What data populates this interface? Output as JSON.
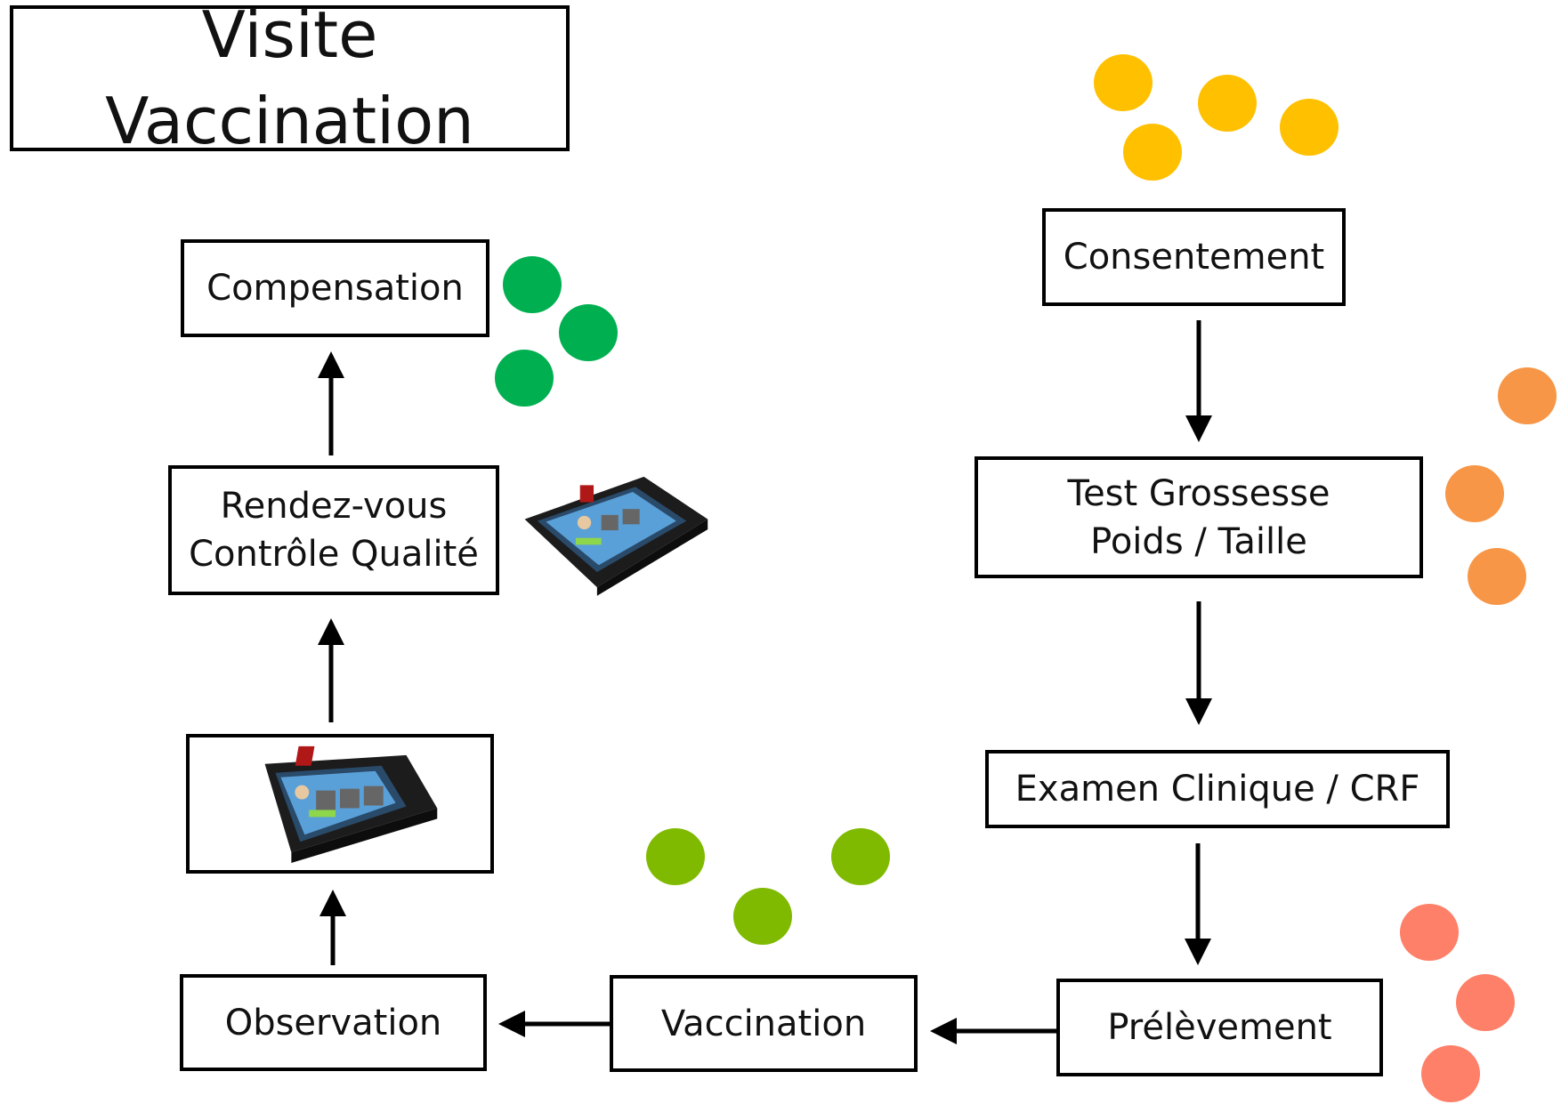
{
  "title": "Visite Vaccination",
  "nodes": {
    "compensation": "Compensation",
    "rendezvous_line1": "Rendez-vous",
    "rendezvous_line2": "Contrôle Qualité",
    "observation": "Observation",
    "vaccination": "Vaccination",
    "prelevement": "Prélèvement",
    "consentement": "Consentement",
    "test_line1": "Test Grossesse",
    "test_line2": "Poids / Taille",
    "examen": "Examen Clinique / CRF"
  },
  "colors": {
    "dots_green": "#00b050",
    "dots_lime": "#7fba00",
    "dots_yellow": "#ffc000",
    "dots_orange": "#f79646",
    "dots_salmon": "#ff8068",
    "arrow": "#000000"
  },
  "icons": [
    "biometric-tablet-icon"
  ]
}
